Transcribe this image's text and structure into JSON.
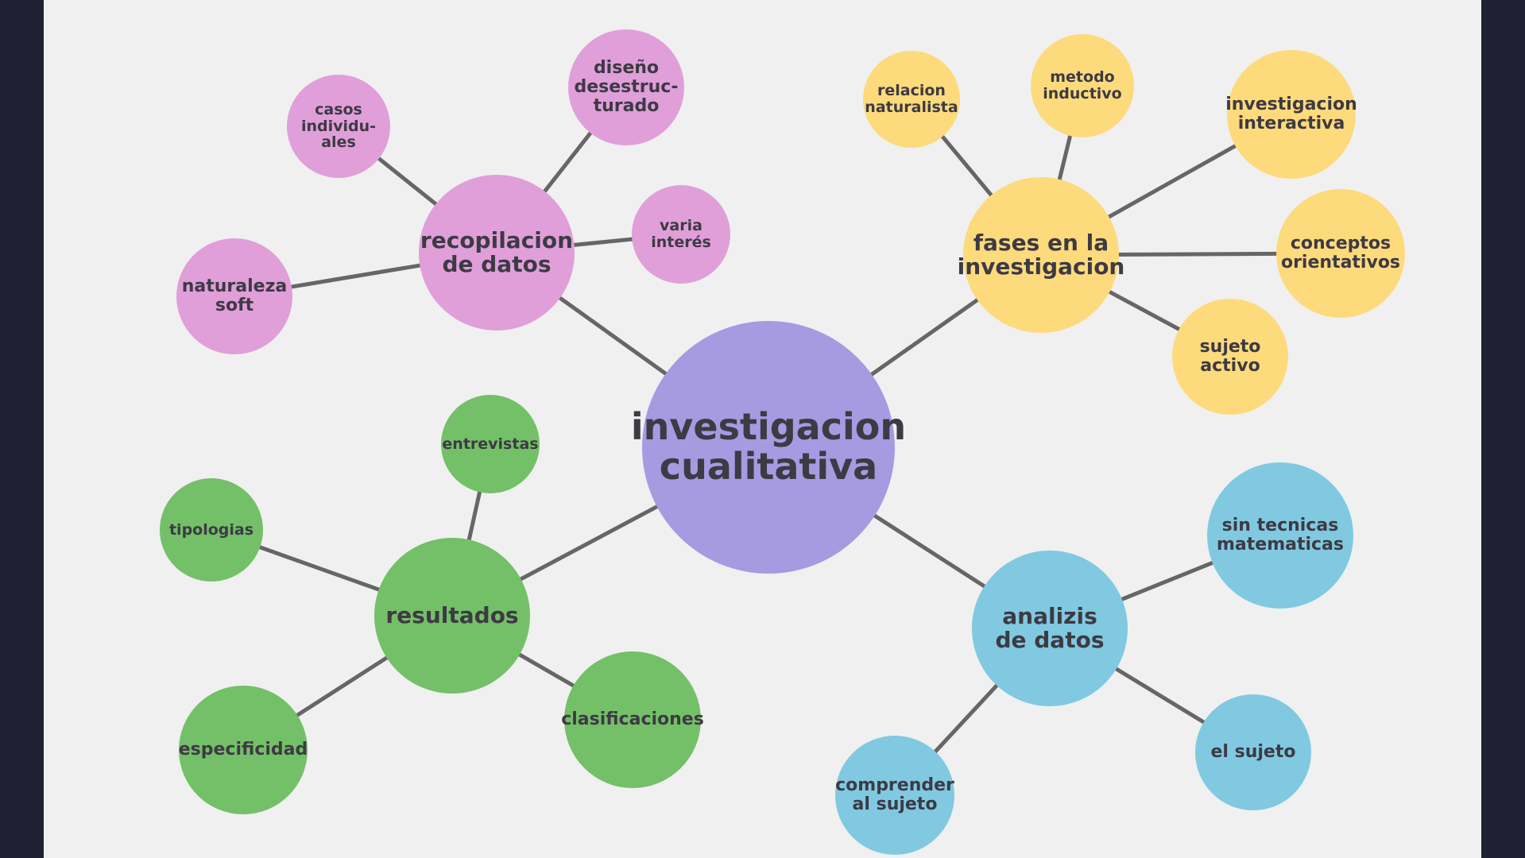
{
  "colors": {
    "center": "#a69ae0",
    "pink": "#e09fd9",
    "yellow": "#fdda7c",
    "green": "#74c068",
    "blue": "#80c9e1",
    "line": "#666666"
  },
  "center": {
    "label": "investigacion\ncualitativa"
  },
  "branches": [
    {
      "id": "recopilacion",
      "label": "recopilacion\nde datos",
      "color": "pink",
      "children": [
        {
          "id": "casos",
          "label": "casos\nindividu-\nales"
        },
        {
          "id": "diseno",
          "label": "diseño\ndesestruc-\nturado"
        },
        {
          "id": "varia",
          "label": "varia\ninterés"
        },
        {
          "id": "naturaleza",
          "label": "naturaleza\nsoft"
        }
      ]
    },
    {
      "id": "fases",
      "label": "fases en la\ninvestigacion",
      "color": "yellow",
      "children": [
        {
          "id": "relacion",
          "label": "relacion\nnaturalista"
        },
        {
          "id": "metodo",
          "label": "metodo\ninductivo"
        },
        {
          "id": "interactiva",
          "label": "investigacion\ninteractiva"
        },
        {
          "id": "conceptos",
          "label": "conceptos\norientativos"
        },
        {
          "id": "sujetoactivo",
          "label": "sujeto\nactivo"
        }
      ]
    },
    {
      "id": "resultados",
      "label": "resultados",
      "color": "green",
      "children": [
        {
          "id": "entrevistas",
          "label": "entrevistas"
        },
        {
          "id": "tipologias",
          "label": "tipologias"
        },
        {
          "id": "especificidad",
          "label": "especificidad"
        },
        {
          "id": "clasificaciones",
          "label": "clasificaciones"
        }
      ]
    },
    {
      "id": "analizis",
      "label": "analizis\nde datos",
      "color": "blue",
      "children": [
        {
          "id": "sintecnicas",
          "label": "sin tecnicas\nmatematicas"
        },
        {
          "id": "elsujeto",
          "label": "el sujeto"
        },
        {
          "id": "comprender",
          "label": "comprender\nal sujeto"
        }
      ]
    }
  ]
}
